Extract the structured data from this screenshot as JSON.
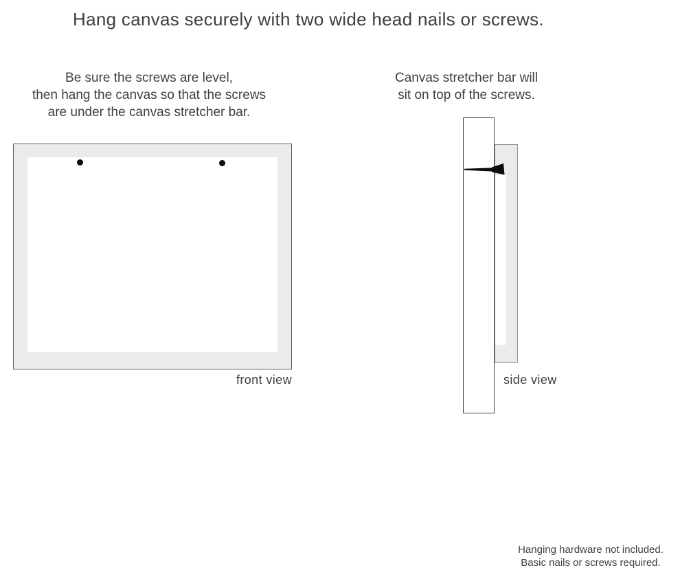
{
  "title": "Hang canvas securely with two wide head nails or screws.",
  "instructions": {
    "front": {
      "lines": [
        "Be sure the screws are level,",
        "then hang the canvas so that the screws",
        "are under the canvas stretcher bar."
      ]
    },
    "side": {
      "lines": [
        "Canvas stretcher bar will",
        "sit on top of the screws."
      ]
    }
  },
  "front_view": {
    "label": "front view",
    "screw_count": 2
  },
  "side_view": {
    "label": "side view"
  },
  "footnote": {
    "lines": [
      "Hanging hardware not included.",
      "Basic nails or screws required."
    ]
  },
  "colors": {
    "text": "#3e3e3e",
    "canvas_fill": "#ebebeb",
    "frame_border": "#5e5e5e",
    "side_frame_border": "#909090",
    "wall_border": "#454545",
    "screw": "#0b0b0b"
  }
}
